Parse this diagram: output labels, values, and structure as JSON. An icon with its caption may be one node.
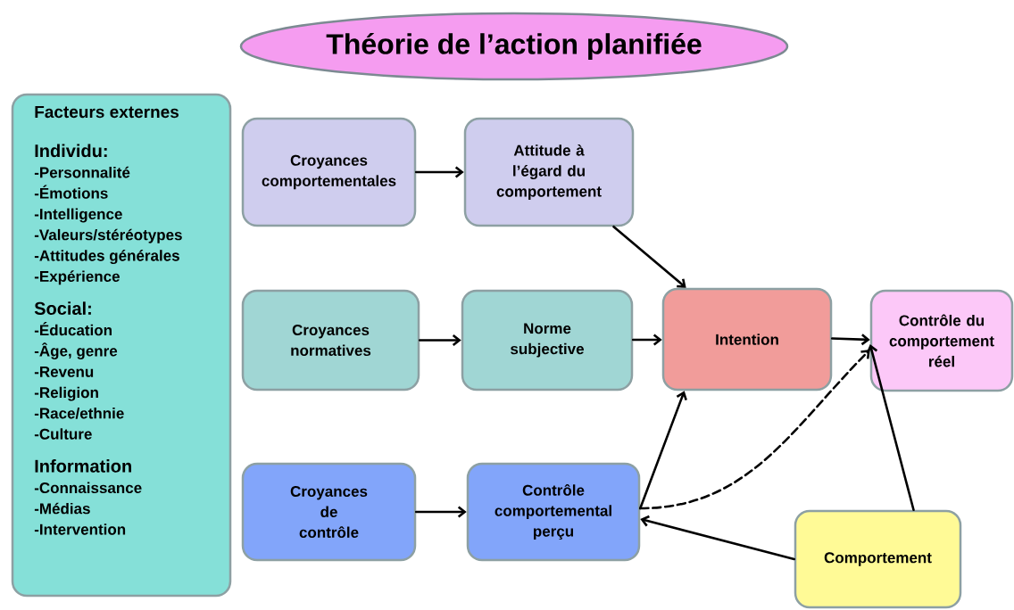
{
  "diagram": {
    "title": "Théorie de l’action planifiée",
    "nodes": [
      {
        "text": [
          "Facteurs externes",
          "Individu:",
          "-Personnalité",
          "-Émotions",
          "-Intelligence",
          "-Valeurs/stéréotypes",
          "-Attitudes générales",
          "-Expérience",
          "Social:",
          "-Éducation",
          "-Âge, genre",
          "-Revenu",
          "-Religion",
          "-Race/ethnie",
          "-Culture",
          "Information",
          "-Connaissance",
          "-Médias",
          "-Intervention"
        ]
      },
      {
        "text": [
          "Croyances comportementales"
        ]
      },
      {
        "text": [
          "Attitude à l’égard du comportement"
        ]
      },
      {
        "text": [
          "Croyances normatives"
        ]
      },
      {
        "text": [
          "Norme subjective"
        ]
      },
      {
        "text": [
          "Intention"
        ]
      },
      {
        "text": [
          "Contrôle du comportement réel"
        ]
      },
      {
        "text": [
          "Croyances de contrôle"
        ]
      },
      {
        "text": [
          "Contrôle comportemental perçu"
        ]
      },
      {
        "text": [
          "Comportement"
        ]
      }
    ],
    "edges": [
      {
        "from": 1,
        "to": 2,
        "arrow": "to"
      },
      {
        "from": 2,
        "to": 5,
        "arrow": "to"
      },
      {
        "from": 3,
        "to": 4,
        "arrow": "to"
      },
      {
        "from": 4,
        "to": 5,
        "arrow": "to"
      },
      {
        "from": 5,
        "to": 6,
        "arrow": "to"
      },
      {
        "from": 7,
        "to": 8,
        "arrow": "to"
      },
      {
        "from": 8,
        "to": 5,
        "arrow": "to"
      },
      {
        "from": 8,
        "to": 6,
        "arrow": "to",
        "style": "dashed"
      },
      {
        "from": 9,
        "to": 6,
        "arrow": "to"
      },
      {
        "from": 9,
        "to": 8,
        "arrow": "to"
      }
    ]
  }
}
